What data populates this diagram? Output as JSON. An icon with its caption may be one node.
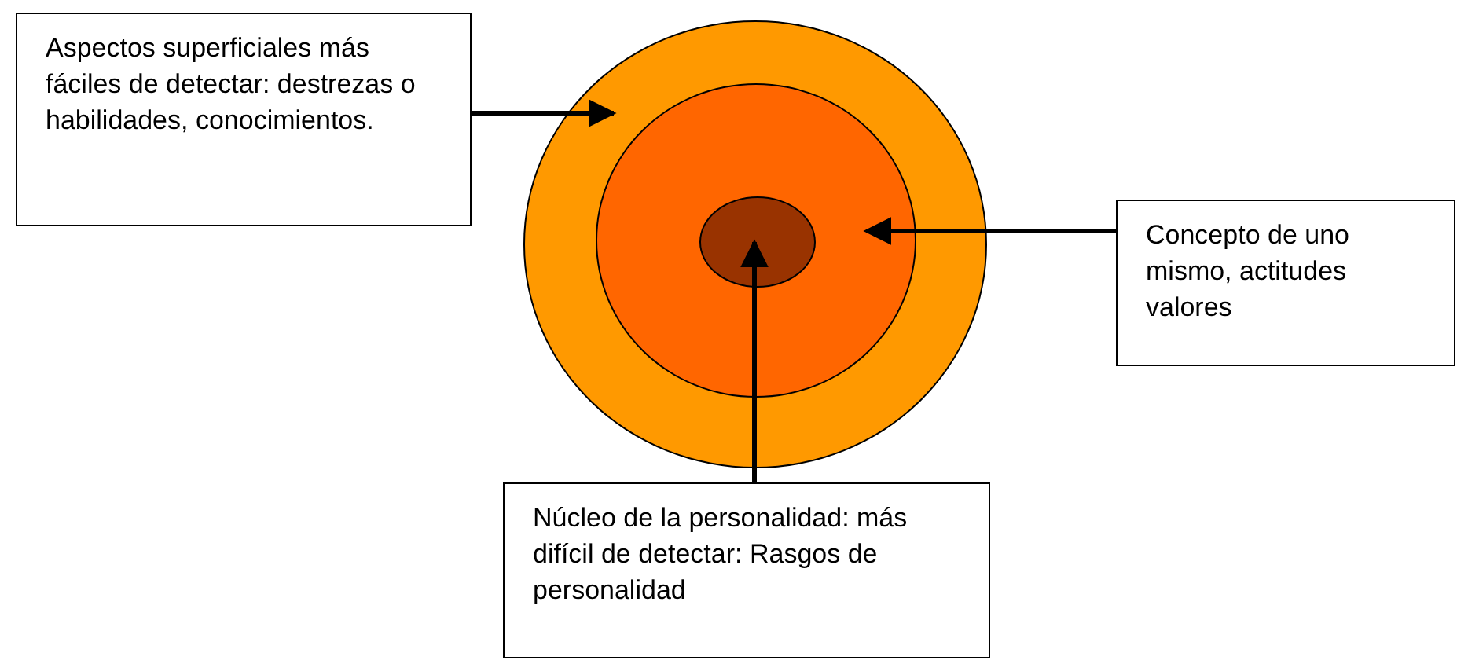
{
  "diagram": {
    "nodes": [
      {
        "text": [
          "Aspectos superficiales más fáciles de detectar: destrezas o habilidades, conocimientos."
        ]
      },
      {
        "text": [],
        "shape": "circle"
      },
      {
        "text": [],
        "shape": "circle",
        "in": 1
      },
      {
        "text": [],
        "shape": "circle",
        "in": 2
      },
      {
        "text": [
          "Concepto de uno mismo, actitudes valores"
        ]
      },
      {
        "text": [
          "Núcleo de la personalidad: más difícil de detectar: Rasgos de personalidad"
        ]
      }
    ],
    "edges": [
      {
        "from": 0,
        "to": 1,
        "arrow": "to"
      },
      {
        "from": 4,
        "to": 2,
        "arrow": "to"
      },
      {
        "from": 5,
        "to": 3,
        "arrow": "to"
      }
    ]
  }
}
